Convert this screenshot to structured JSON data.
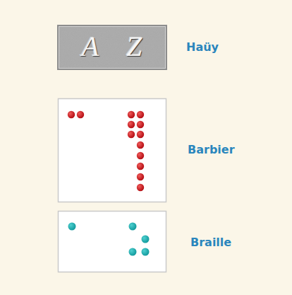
{
  "diagram": {
    "labels": [
      "A",
      "Z",
      "Haüy",
      "Barbier",
      "Braille"
    ]
  }
}
